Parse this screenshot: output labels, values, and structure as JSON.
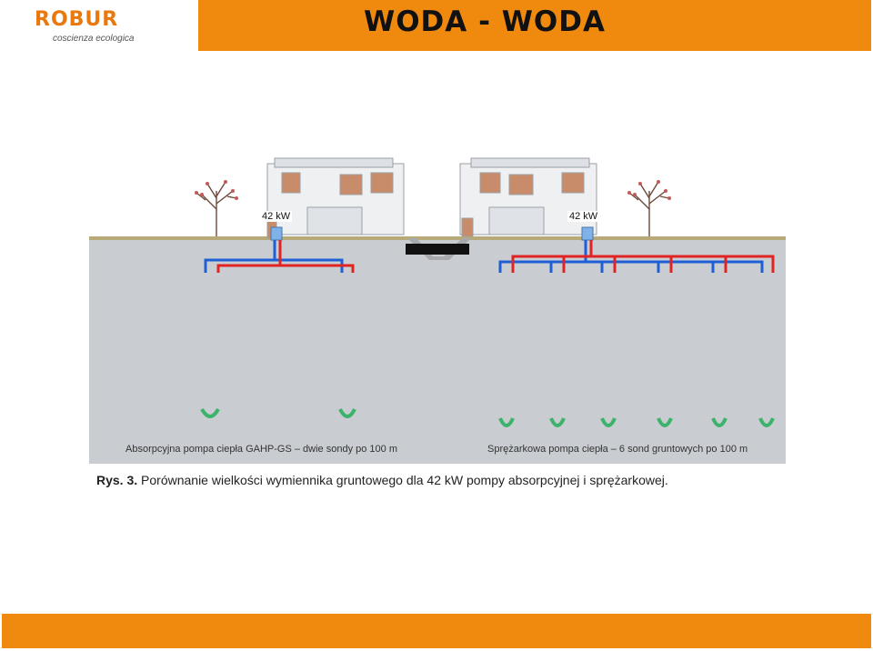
{
  "header": {
    "logo_text": "ROBUR",
    "logo_tagline": "coscienza ecologica",
    "title": "WODA - WODA"
  },
  "figure": {
    "left_power": "42 kW",
    "right_power": "42 kW",
    "left_caption": "Absorpcyjna pompa ciepła GAHP-GS – dwie sondy po 100 m",
    "right_caption": "Sprężarkowa pompa ciepła – 6 sond gruntowych po 100 m",
    "caption_label": "Rys. 3.",
    "caption_text": " Porównanie wielkości wymiennika gruntowego dla 42 kW pompy absorpcyjnej i sprężarkowej."
  },
  "colors": {
    "accent": "#f08a0f",
    "cold_pipe": "#1f5fd6",
    "hot_pipe": "#e02424",
    "ground": "#c9ccd0"
  }
}
